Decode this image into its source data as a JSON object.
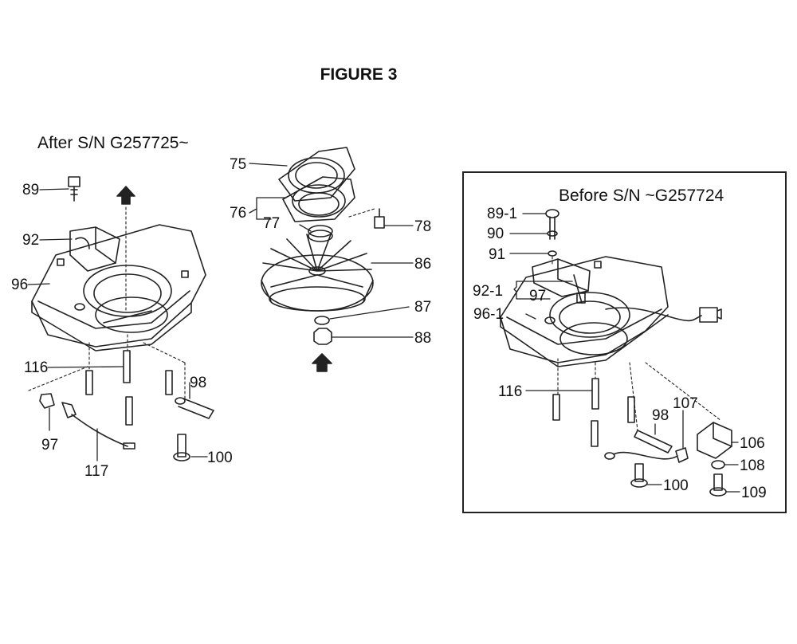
{
  "figure": {
    "title": "FIGURE 3"
  },
  "sections": {
    "after": {
      "label": "After S/N G257725~"
    },
    "before": {
      "label": "Before S/N ~G257724"
    }
  },
  "parts": {
    "p75": "75",
    "p76": "76",
    "p77": "77",
    "p78": "78",
    "p86": "86",
    "p87": "87",
    "p88": "88",
    "p89": "89",
    "p92": "92",
    "p96": "96",
    "p116a": "116",
    "p97a": "97",
    "p117": "117",
    "p98a": "98",
    "p100a": "100",
    "p89_1": "89-1",
    "p90": "90",
    "p91": "91",
    "p92_1": "92-1",
    "p97b": "97",
    "p96_1": "96-1",
    "p116b": "116",
    "p98b": "98",
    "p107": "107",
    "p106": "106",
    "p108": "108",
    "p100b": "100",
    "p109": "109"
  }
}
